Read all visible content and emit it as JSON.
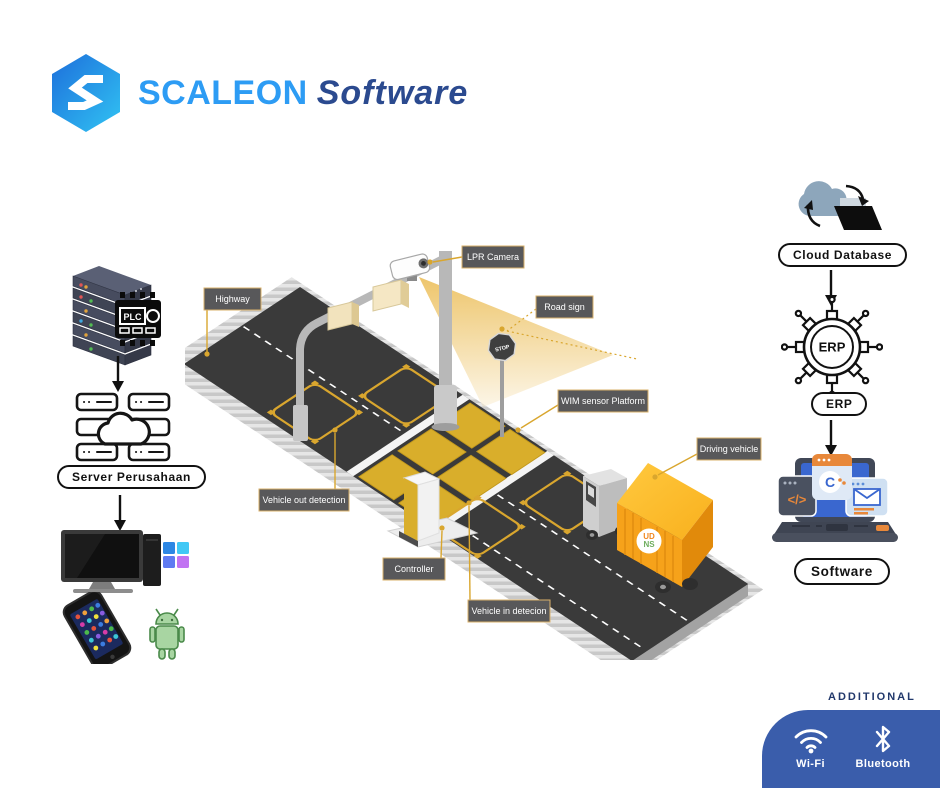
{
  "logo": {
    "brand": "SCALEON",
    "product": "Software"
  },
  "left_flow": {
    "plc_chip": "PLC",
    "server_label": "Server Perusahaan"
  },
  "scene": {
    "labels": {
      "highway": "Highway",
      "lpr_camera": "LPR Camera",
      "road_sign": "Road sign",
      "wim_sensor": "WIM sensor Platform",
      "driving_vehicle": "Driving vehicle",
      "vehicle_out": "Vehicle out detection",
      "controller": "Controller",
      "vehicle_in": "Vehicle in detecion"
    },
    "stop_sign": "STOP",
    "truck_badge_top": "UD",
    "truck_badge_bottom": "NS"
  },
  "right_flow": {
    "cloud_label": "Cloud Database",
    "erp_gear_text": "ERP",
    "erp_label": "ERP",
    "software_label": "Software"
  },
  "additional": {
    "title": "ADDITIONAL",
    "wifi_label": "Wi-Fi",
    "bluetooth_label": "Bluetooth"
  },
  "colors": {
    "brand_blue": "#2d9cf4",
    "brand_navy": "#2b4a8f",
    "accent_gold": "#d9a62e",
    "road": "#3a3a3a",
    "label_box": "#58585a",
    "panel_blue": "#3a5dab"
  }
}
